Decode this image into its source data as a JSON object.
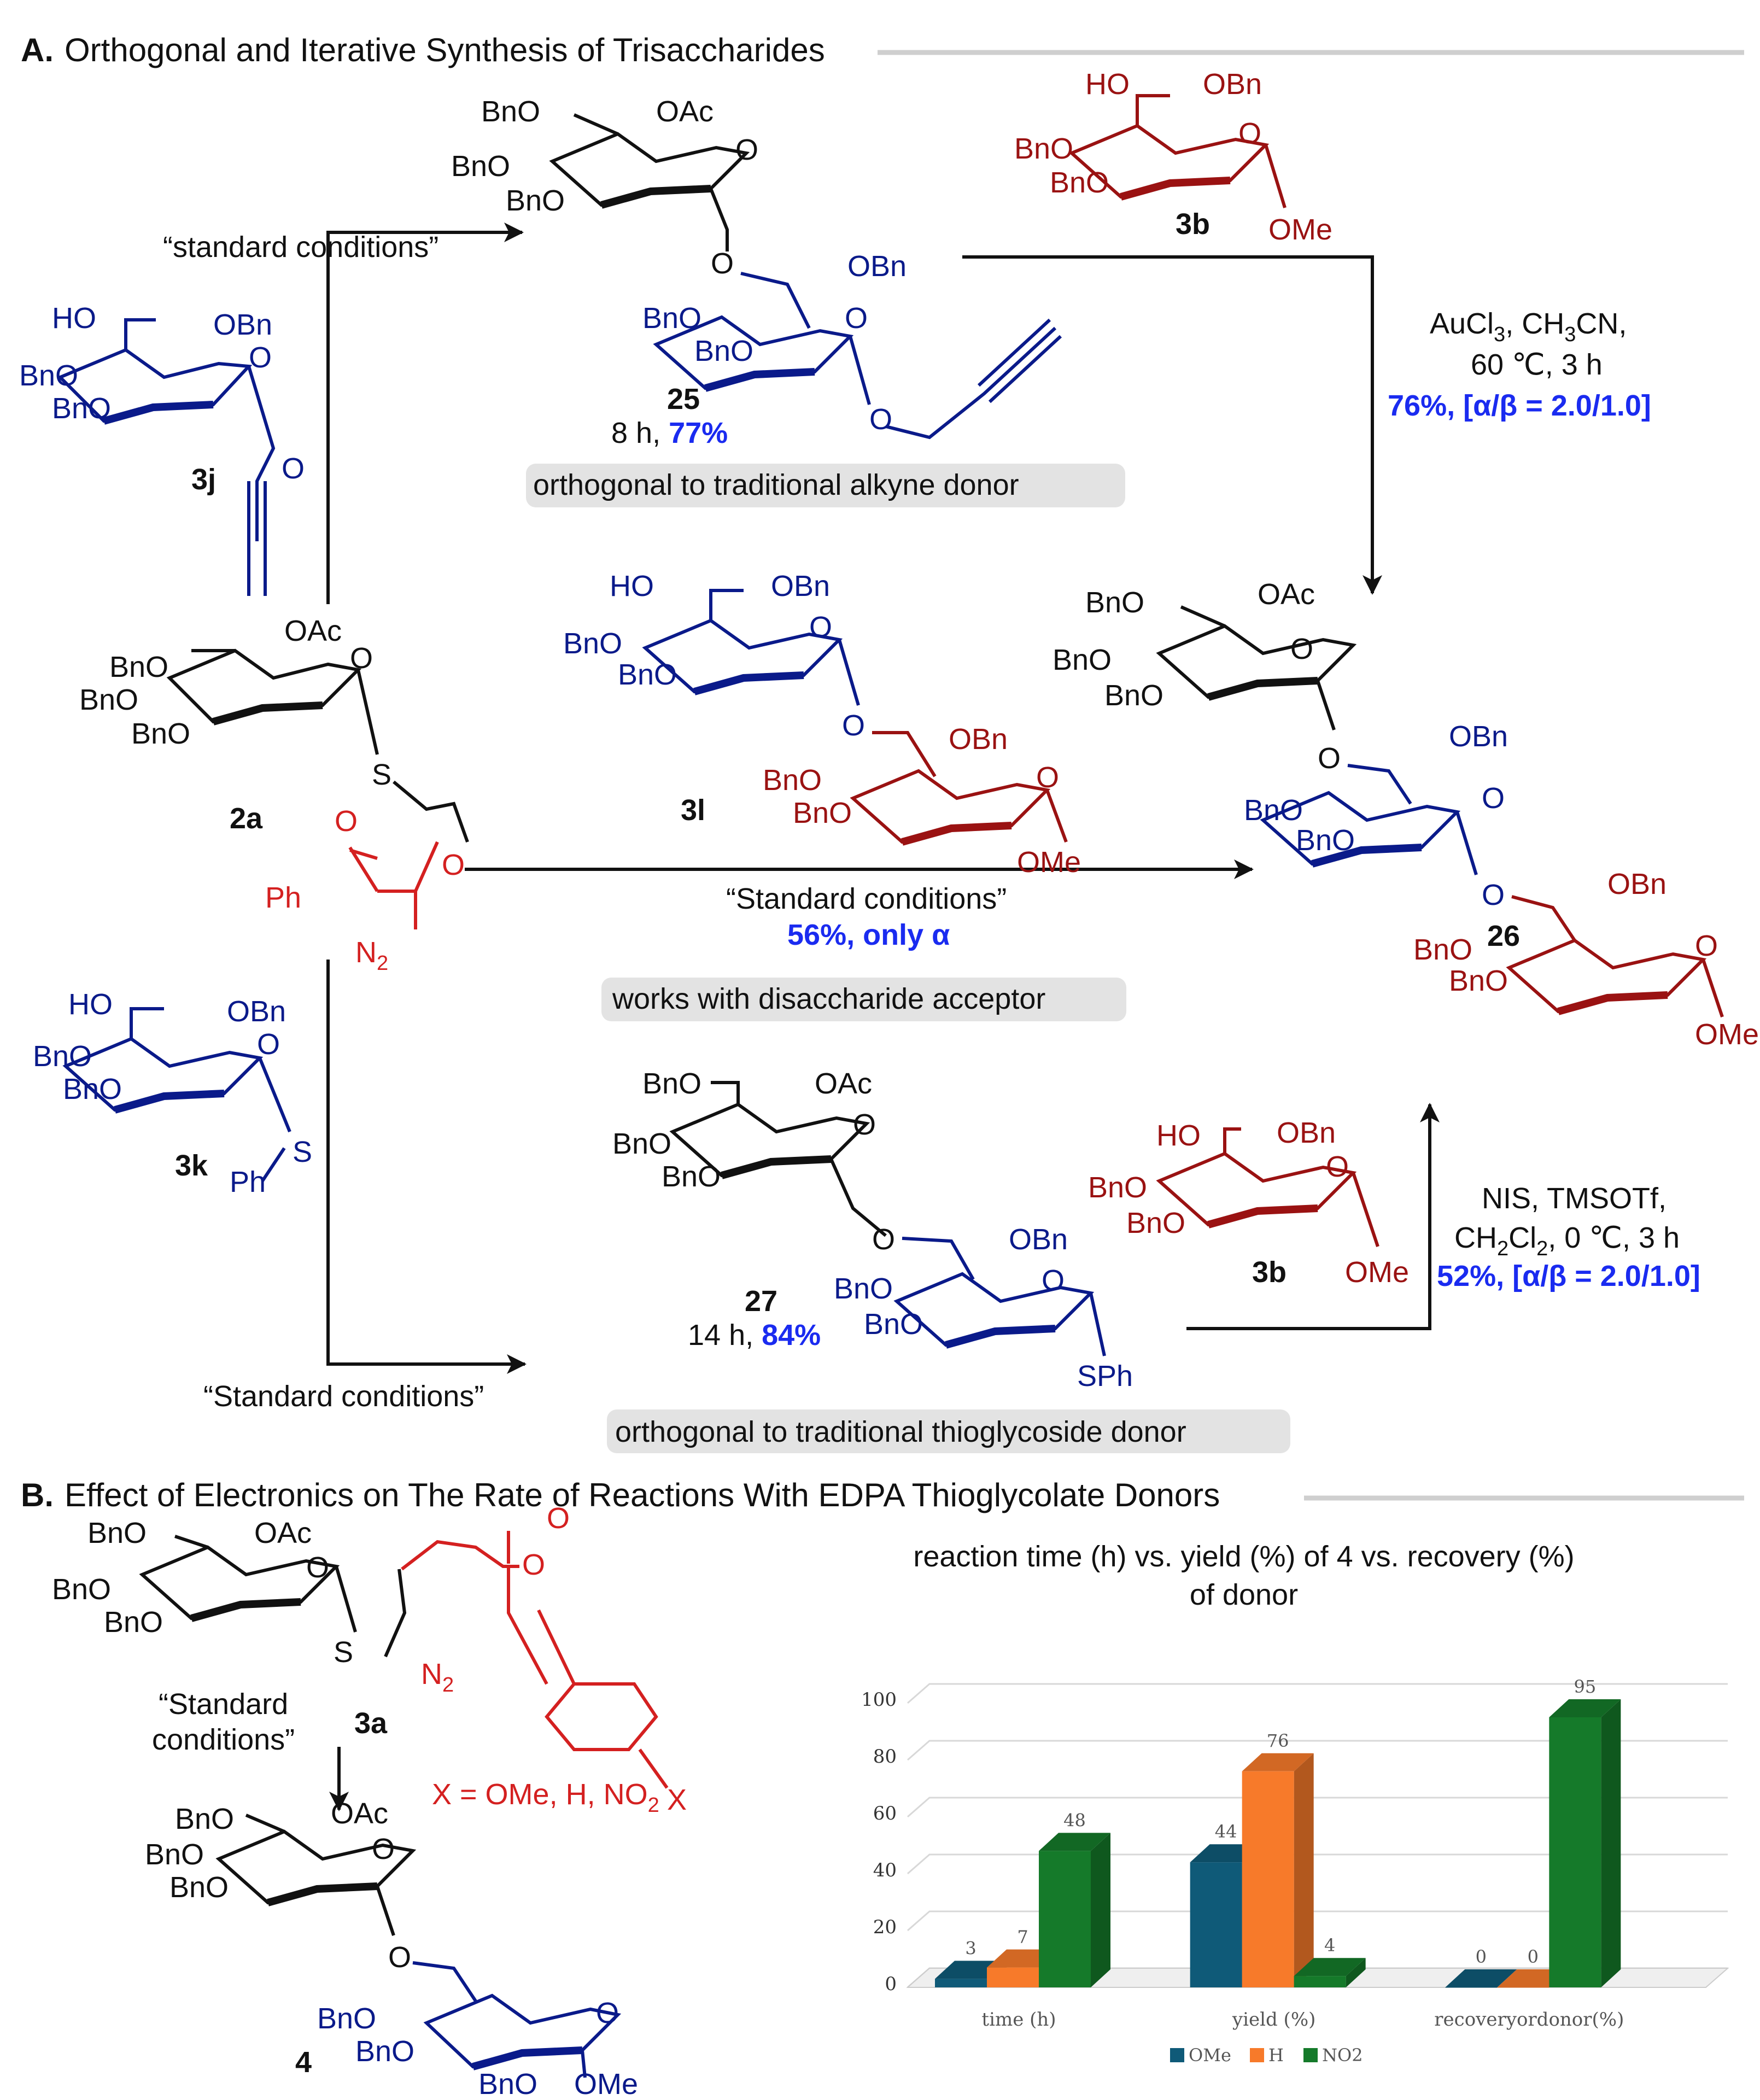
{
  "section_a": {
    "title_letter": "A.",
    "title_text": "Orthogonal and Iterative Synthesis of Trisaccharides"
  },
  "section_b": {
    "title_letter": "B.",
    "title_text": "Effect of Electronics on The Rate of Reactions With EDPA Thioglycolate Donors"
  },
  "compounds": {
    "c2a": "2a",
    "c3j": "3j",
    "c3k": "3k",
    "c3l": "3l",
    "c3b": "3b",
    "c3b_2": "3b",
    "c25": "25",
    "c26": "26",
    "c27": "27",
    "c3a": "3a",
    "c4": "4"
  },
  "groups": {
    "BnO": "BnO",
    "OBn": "OBn",
    "OAc": "OAc",
    "HO": "HO",
    "O": "O",
    "OMe": "OMe",
    "S": "S",
    "Ph": "Ph",
    "SPh": "SPh",
    "N2": "N",
    "N2_sub": "2"
  },
  "conditions": {
    "standard_top": "“standard conditions”",
    "standard_mid": "“Standard conditions”",
    "standard_bottom": "“Standard conditions”",
    "standard_b_line1": "“Standard",
    "standard_b_line2": "conditions”",
    "cond25_time": "8 h, ",
    "cond25_yield": "77%",
    "cond27_time": "14 h, ",
    "cond27_yield": "84%",
    "mid_yield": "56%, only α",
    "au_line1": "AuCl",
    "au_line1_sub": "3",
    "au_line1_rest": ", CH",
    "au_line1_sub2": "3",
    "au_line1_end": "CN,",
    "au_line2": "60 ℃, 3 h",
    "au_yield": "76%, [α/β = 2.0/1.0]",
    "nis_line1": "NIS, TMSOTf,",
    "nis_line2a": "CH",
    "nis_line2_sub1": "2",
    "nis_line2b": "Cl",
    "nis_line2_sub2": "2",
    "nis_line2c": ", 0 ℃, 3 h",
    "nis_yield": "52%, [α/β = 2.0/1.0]",
    "x_sub_a": "X = OMe, H, NO",
    "x_sub_sub": "2",
    "X": "X"
  },
  "notes": {
    "alkyne": "orthogonal to traditional alkyne donor",
    "disaccharide": "works with disaccharide acceptor",
    "thio": "orthogonal to traditional thioglycoside donor"
  },
  "chart_data": {
    "type": "bar",
    "title": "reaction time (h) vs. yield (%) of 4 vs. recovery (%) of donor",
    "title_line1": "reaction time (h) vs. yield (%) of 4 vs. recovery (%)",
    "title_line2": "of donor",
    "categories": [
      "time (h)",
      "yield (%)",
      "recoveryordonor(%)"
    ],
    "series": [
      {
        "name": "OMe",
        "values": [
          3,
          44,
          0
        ],
        "color": "#0f5a78"
      },
      {
        "name": "H",
        "values": [
          7,
          76,
          0
        ],
        "color": "#f77a2a"
      },
      {
        "name": "NO2",
        "values": [
          48,
          4,
          95
        ],
        "color": "#157a2a"
      }
    ],
    "ylim": [
      0,
      100
    ],
    "yticks": [
      0,
      20,
      40,
      60,
      80,
      100
    ],
    "grid": true,
    "legend": "bottom"
  },
  "colors": {
    "donor_blue": "#0a1a8a",
    "acceptor_red": "#9a1212",
    "diazo_red": "#d42020",
    "yield_blue": "#1a2bf0"
  }
}
